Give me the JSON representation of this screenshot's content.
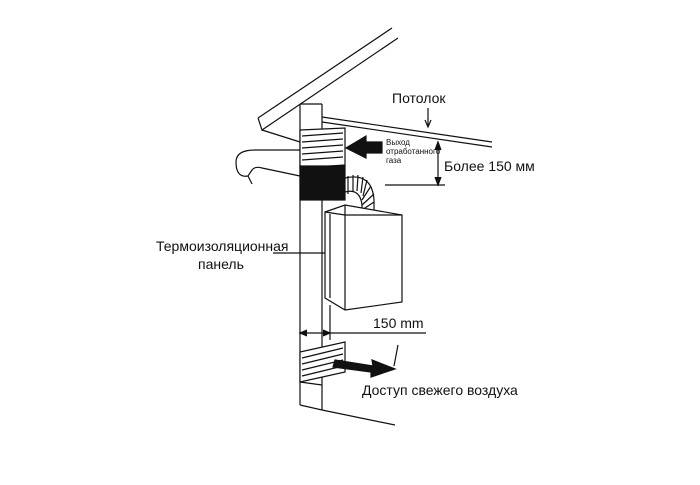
{
  "labels": {
    "ceiling": "Потолок",
    "exhaust_line1": "Выход",
    "exhaust_line2": "отработанного",
    "exhaust_line3": "газа",
    "clearance_top": "Более 150 мм",
    "insulation_line1": "Термоизоляционная",
    "insulation_line2": "панель",
    "clearance_side": "150 mm",
    "fresh_air": "Доступ свежего воздуха"
  },
  "colors": {
    "ink": "#111111",
    "background": "#ffffff"
  }
}
